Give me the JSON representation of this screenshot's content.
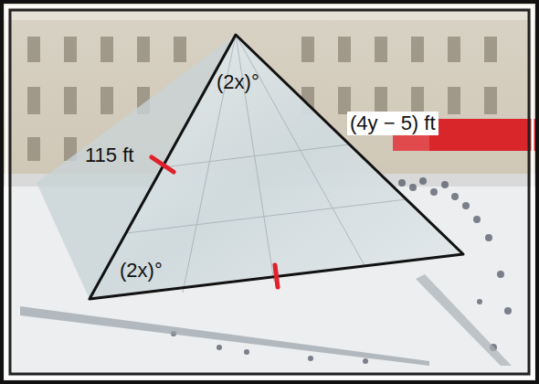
{
  "diagram": {
    "labels": [
      "(2x)°",
      "115 ft",
      "(2x)°",
      "(4y − 5) ft"
    ]
  }
}
